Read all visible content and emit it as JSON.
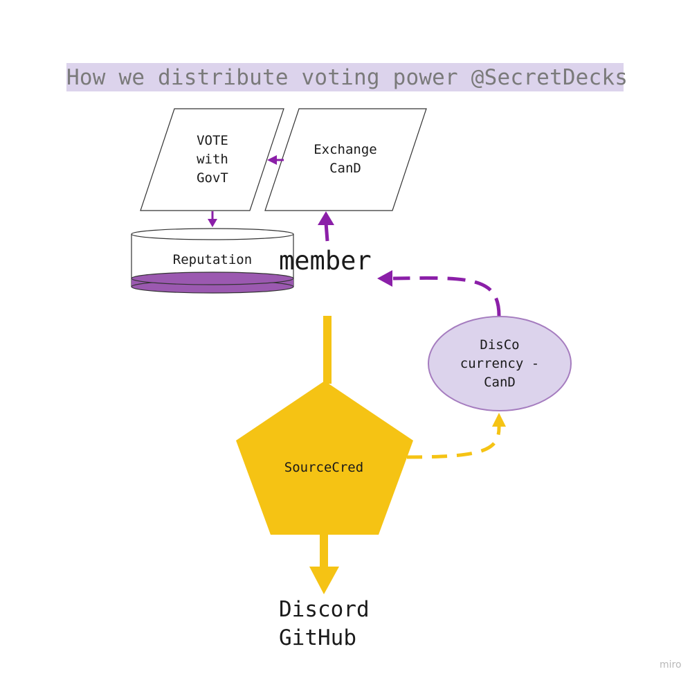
{
  "title": "How we distribute voting power @SecretDecks",
  "nodes": {
    "vote": "VOTE\nwith\nGovT",
    "exchange": "Exchange\nCanD",
    "reputation": "Reputation",
    "member": "member",
    "disco": "DisCo\ncurrency -\nCanD",
    "sourcecred": "SourceCred",
    "sources": "Discord\nGitHub"
  },
  "watermark": "miro",
  "colors": {
    "purple": "#8b1fa8",
    "purple_fill": "#9b59b0",
    "ellipse_fill": "#dcd3ec",
    "ellipse_stroke": "#a57cbf",
    "yellow": "#f5c314",
    "title_bg": "#dcd3ec"
  }
}
